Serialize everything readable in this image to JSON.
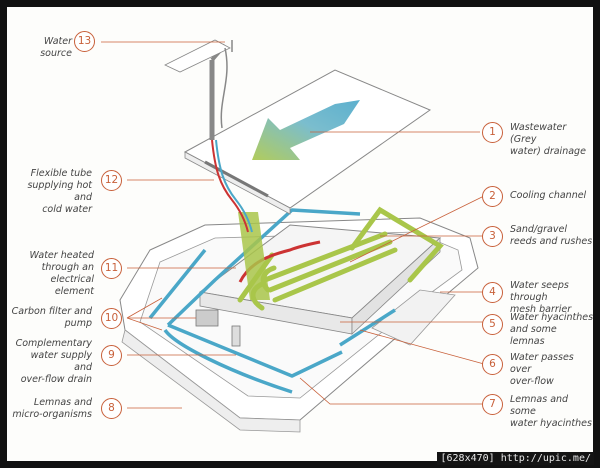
{
  "colors": {
    "accent": "#c8603a",
    "flow_blue": "#4aa7c8",
    "flow_green": "#a9c64a",
    "hot_red": "#cc3333",
    "outline": "#888888"
  },
  "callouts": [
    {
      "num": "13",
      "text": "Water source"
    },
    {
      "num": "1",
      "text": "Wastewater (Grey\nwater) drainage"
    },
    {
      "num": "12",
      "text": "Flexible tube\nsupplying hot and\ncold water"
    },
    {
      "num": "2",
      "text": "Cooling channel"
    },
    {
      "num": "3",
      "text": "Sand/gravel\nreeds and rushes"
    },
    {
      "num": "11",
      "text": "Water heated\nthrough an electrical\nelement"
    },
    {
      "num": "4",
      "text": "Water seeps through\nmesh barrier"
    },
    {
      "num": "10",
      "text": "Carbon filter and\npump"
    },
    {
      "num": "5",
      "text": "Water hyacinthes\nand some lemnas"
    },
    {
      "num": "9",
      "text": "Complementary\nwater supply and\nover-flow drain"
    },
    {
      "num": "6",
      "text": "Water passes over\nover-flow"
    },
    {
      "num": "8",
      "text": "Lemnas and\nmicro-organisms"
    },
    {
      "num": "7",
      "text": "Lemnas and some\nwater hyacinthes"
    }
  ],
  "watermark": "[628x470] http://upic.me/"
}
